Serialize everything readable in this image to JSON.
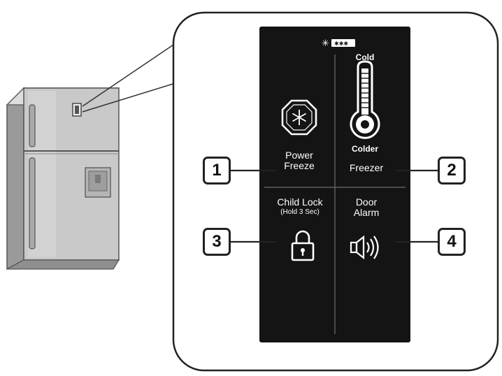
{
  "panel": {
    "indicator_text": "✳ ▪▪▪",
    "thermometer_top": "Cold",
    "thermometer_bottom": "Colder",
    "buttons": [
      {
        "number": "1",
        "label_line1": "Power",
        "label_line2": "Freeze",
        "icon": "snowflake-icon"
      },
      {
        "number": "2",
        "label_line1": "Freezer",
        "icon": "thermometer-icon"
      },
      {
        "number": "3",
        "label_line1": "Child Lock",
        "label_line2": "(Hold 3 Sec)",
        "icon": "lock-icon"
      },
      {
        "number": "4",
        "label_line1": "Door",
        "label_line2": "Alarm",
        "icon": "speaker-icon"
      }
    ]
  },
  "colors": {
    "panel_background": "#141414",
    "fridge_body": "#c8c8c8",
    "outline": "#222222"
  }
}
